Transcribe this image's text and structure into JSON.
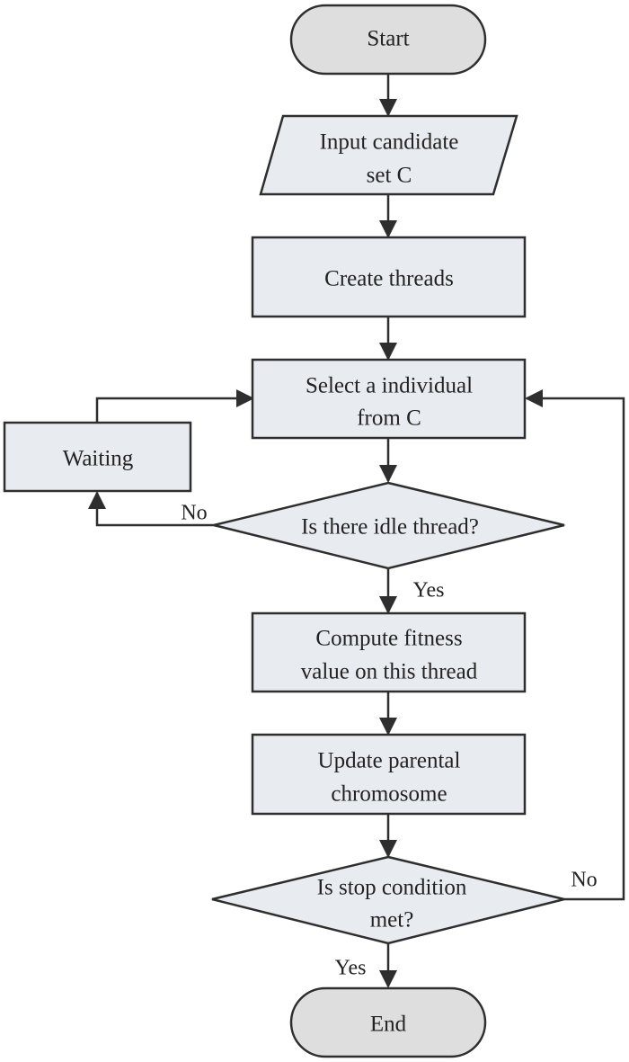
{
  "nodes": {
    "start": "Start",
    "input_line1": "Input candidate",
    "input_line2": "set C",
    "create_threads": "Create threads",
    "select_line1": "Select a individual",
    "select_line2": "from C",
    "waiting": "Waiting",
    "idle_decision": "Is there idle thread?",
    "compute_line1": "Compute fitness",
    "compute_line2": "value on this thread",
    "update_line1": "Update parental",
    "update_line2": "chromosome",
    "stop_line1": "Is stop condition",
    "stop_line2": "met?",
    "end": "End"
  },
  "edge_labels": {
    "idle_no": "No",
    "idle_yes": "Yes",
    "stop_no": "No",
    "stop_yes": "Yes"
  },
  "colors": {
    "process_fill": "#e8ecf0",
    "terminal_fill": "#dedede",
    "stroke": "#2e2e2e"
  }
}
